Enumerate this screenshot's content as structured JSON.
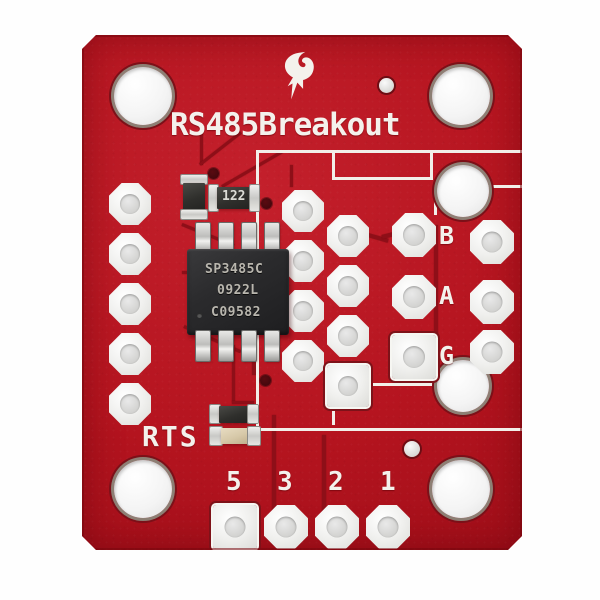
{
  "board": {
    "product_name": "RS485 Breakout",
    "silkscreen_title": "RS485Breakout",
    "logo_name": "sparkfun-flame-logo",
    "solder_mask_color": "#b5141f",
    "silkscreen_color": "#f2efe9",
    "pad_color": "#f0f0ee",
    "background_color": "#ffffff"
  },
  "ic": {
    "package": "SOIC-8",
    "line1": "SP3485C",
    "line2": "0922L",
    "line3": "C09582",
    "pin_count": 8
  },
  "components": {
    "resistor_value_code": "122",
    "rts_label": "RTS"
  },
  "terminal_labels": {
    "b": "B",
    "a": "A",
    "g": "G"
  },
  "header_labels": {
    "p5": "5",
    "p3": "3",
    "p2": "2",
    "p1": "1"
  }
}
